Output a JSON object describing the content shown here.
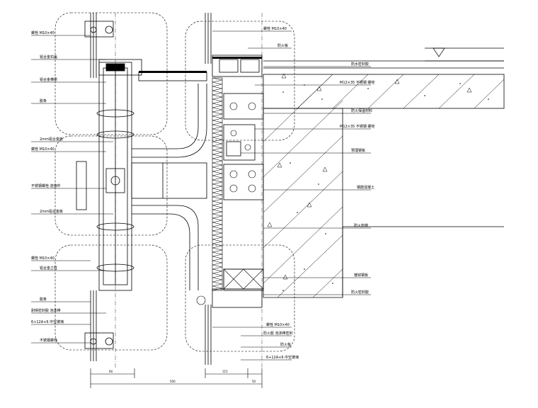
{
  "drawing": {
    "kind": "curtain wall cross-section detail",
    "line_color": "#000000",
    "background": "#ffffff"
  },
  "labels_left": [
    {
      "text": "螺栓 M10×40"
    },
    {
      "text": "铝合金扣盖"
    },
    {
      "text": "铝合金横梁"
    },
    {
      "text": "胶条"
    },
    {
      "text": "2mm铝合金板"
    },
    {
      "text": "螺栓 M10×40"
    },
    {
      "text": "不锈钢螺栓 连接件"
    },
    {
      "text": "2mm铝合金板"
    },
    {
      "text": "螺栓 M10×40"
    },
    {
      "text": "铝合金立柱"
    },
    {
      "text": "胶条"
    },
    {
      "text": "耐候密封胶 泡沫棒"
    },
    {
      "text": "6+12A+6 中空玻璃"
    },
    {
      "text": "不锈钢螺栓"
    }
  ],
  "labels_right": [
    {
      "text": "螺栓 M10×40"
    },
    {
      "text": "防火板"
    },
    {
      "text": "防水密封胶"
    },
    {
      "text": "M12×35 不锈钢 螺栓"
    },
    {
      "text": "防火保温材料"
    },
    {
      "text": "M12×35 不锈钢 螺栓"
    },
    {
      "text": "预埋钢板"
    },
    {
      "text": "钢筋混凝土"
    },
    {
      "text": "防火岩棉"
    },
    {
      "text": "镀锌钢板"
    },
    {
      "text": "防火密封胶"
    },
    {
      "text": "螺栓 M10×40"
    },
    {
      "text": "防火胶 泡沫棒密封"
    },
    {
      "text": "防火板"
    },
    {
      "text": "6+12A+6 中空玻璃"
    }
  ],
  "dimensions": [
    {
      "text": "60"
    },
    {
      "text": "500"
    },
    {
      "text": "115"
    },
    {
      "text": "50"
    }
  ]
}
